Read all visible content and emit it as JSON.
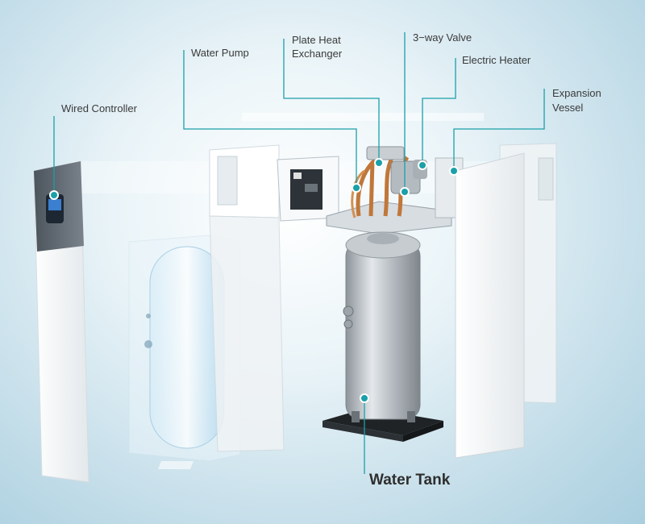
{
  "labels": {
    "wired_controller": "Wired Controller",
    "water_pump": "Water Pump",
    "plate_heat_exchanger_1": "Plate Heat",
    "plate_heat_exchanger_2": "Exchanger",
    "three_way_valve": "3−way Valve",
    "electric_heater": "Electric Heater",
    "expansion_vessel_1": "Expansion",
    "expansion_vessel_2": "Vessel",
    "water_tank": "Water Tank"
  },
  "colors": {
    "leader": "#1aa0a8",
    "background_center": "#ffffff",
    "background_edge": "#a9cfdf",
    "panel_white": "#f5f7f8",
    "controller_dark": "#5d6670",
    "tank_steel": "#b8bec3",
    "copper": "#c0773a"
  }
}
